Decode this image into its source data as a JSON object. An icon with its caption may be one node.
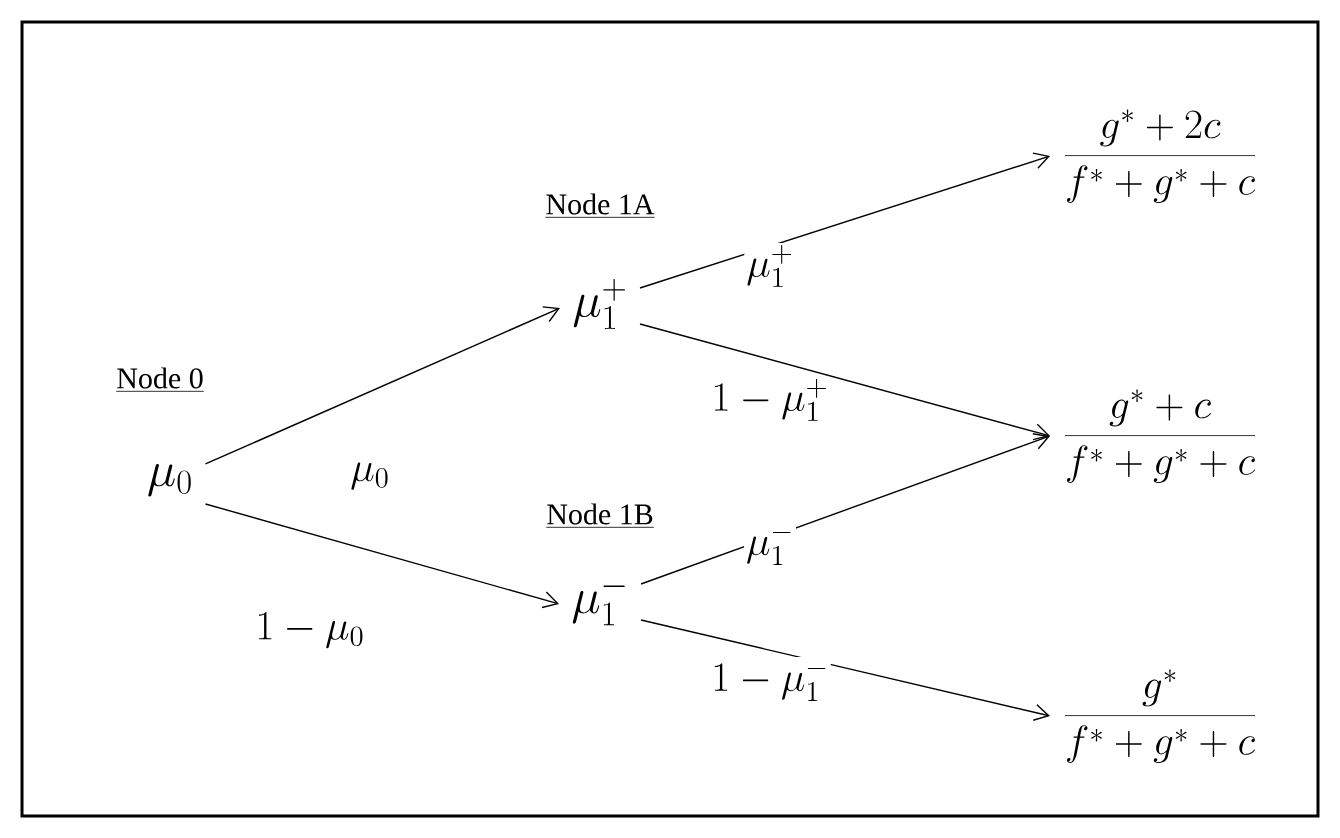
{
  "diagram": {
    "nodes": [
      {
        "text": [
          "Node 0",
          "\\mu_0"
        ]
      },
      {
        "text": [
          "Node 1A",
          "\\mu_1^+"
        ]
      },
      {
        "text": [
          "Node 1B",
          "\\mu_1^-"
        ]
      },
      {
        "text": [
          "\\frac{g^* + 2c}{f^* + g^* + c}"
        ]
      },
      {
        "text": [
          "\\frac{g^* + c}{f^* + g^* + c}"
        ]
      },
      {
        "text": [
          "\\frac{g^*}{f^* + g^* + c}"
        ]
      }
    ],
    "edges": [
      {
        "from": 0,
        "to": 1,
        "arrow": "to",
        "label": "\\mu_0"
      },
      {
        "from": 0,
        "to": 2,
        "arrow": "to",
        "label": "1 - \\mu_0"
      },
      {
        "from": 1,
        "to": 3,
        "arrow": "to",
        "label": "\\mu_1^+"
      },
      {
        "from": 1,
        "to": 4,
        "arrow": "to",
        "label": "1 - \\mu_1^+"
      },
      {
        "from": 2,
        "to": 4,
        "arrow": "to",
        "label": "\\mu_1^-"
      },
      {
        "from": 2,
        "to": 5,
        "arrow": "to",
        "label": "1 - \\mu_1^-"
      }
    ]
  }
}
